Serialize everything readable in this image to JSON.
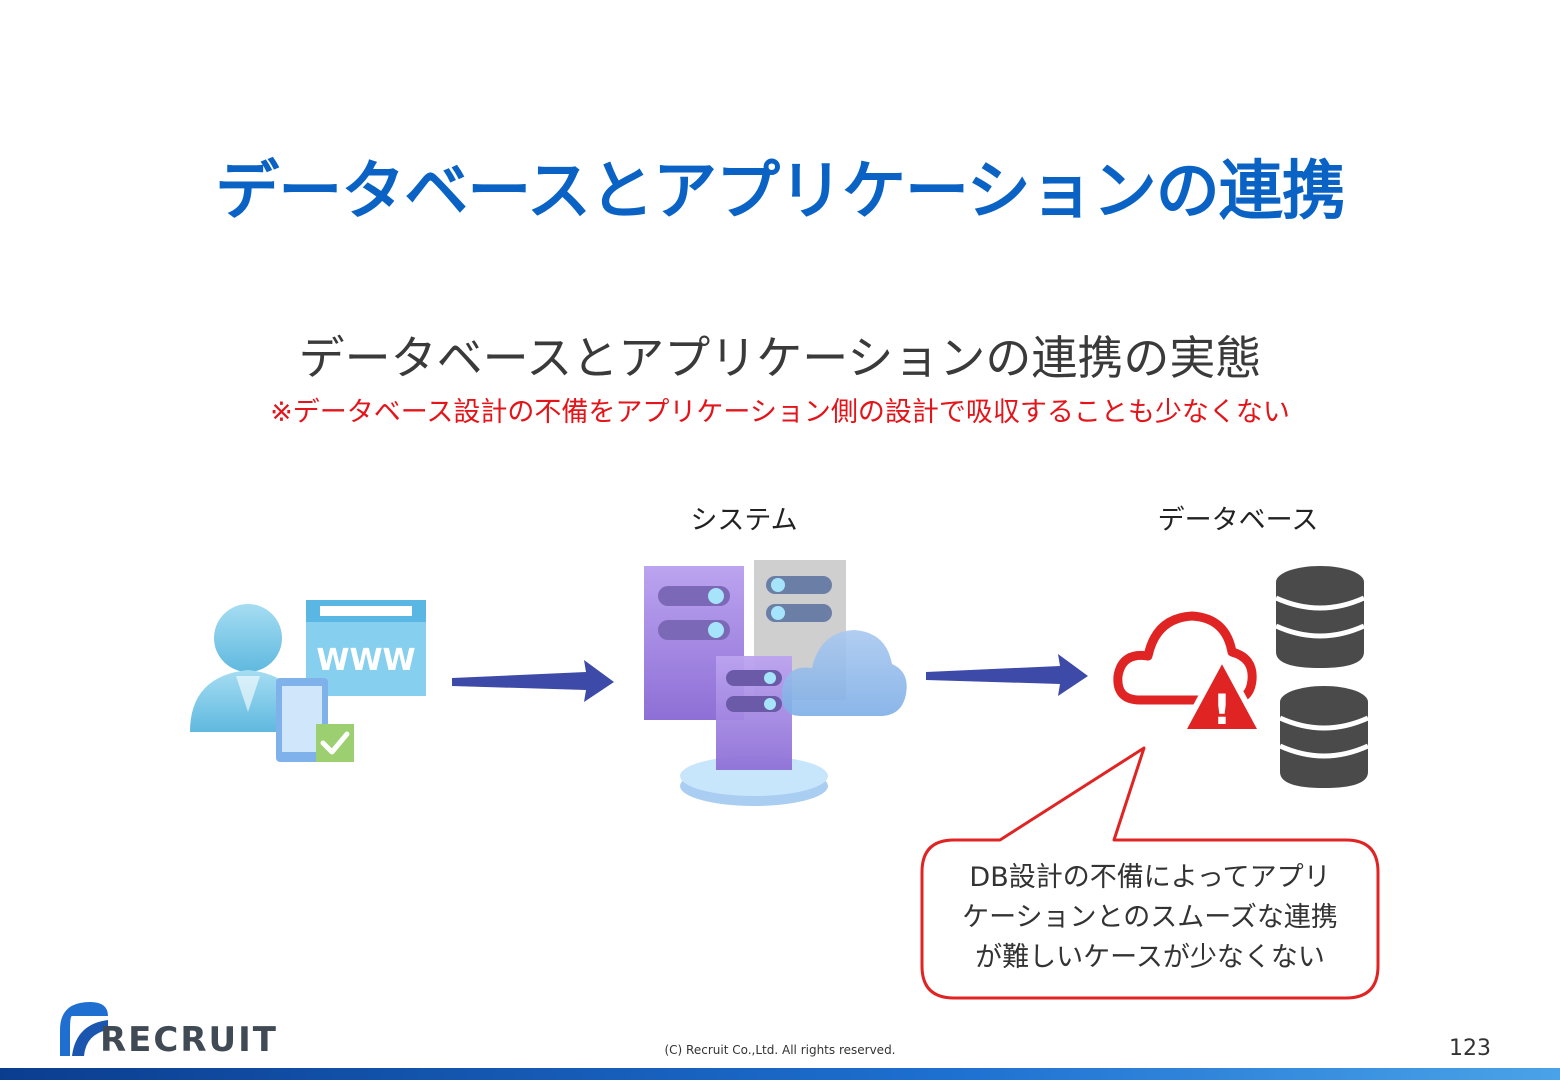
{
  "slide": {
    "title": "データベースとアプリケーションの連携",
    "subtitle": "データベースとアプリケーションの連携の実態",
    "note": "※データベース設計の不備をアプリケーション側の設計で吸収することも少なくない"
  },
  "diagram": {
    "labels": {
      "system": "システム",
      "database": "データベース"
    },
    "www_label": "WWW",
    "warning_glyph": "!",
    "callout_lines": [
      "DB設計の不備によってアプリ",
      "ケーションとのスムーズな連携",
      "が難しいケースが少なくない"
    ],
    "icons": [
      "user-icon",
      "browser-icon",
      "smartphone-icon",
      "check-icon",
      "server-icon",
      "cloud-icon",
      "cloud-warning-icon",
      "database-icon"
    ],
    "colors": {
      "title": "#0a63c4",
      "note": "#e3151a",
      "arrow": "#3e4aa8",
      "warning": "#e02424",
      "database": "#4a4a4a"
    }
  },
  "footer": {
    "logo": "RECRUIT",
    "copyright": "(C) Recruit Co.,Ltd. All rights reserved.",
    "page_number": "123"
  }
}
